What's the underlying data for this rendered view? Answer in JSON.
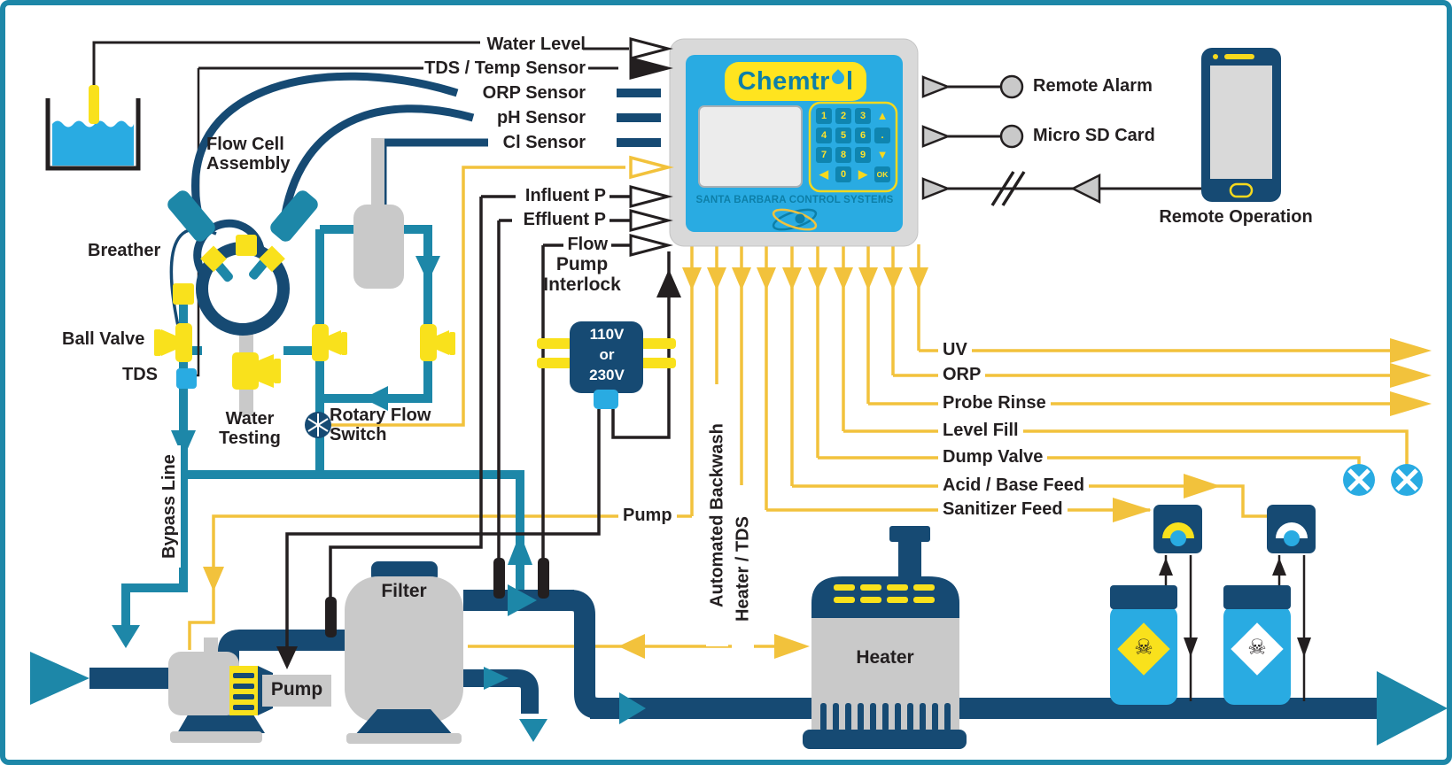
{
  "colors": {
    "navy": "#164a73",
    "teal": "#1d87a8",
    "line_yellow": "#f2c23c",
    "valve_yellow": "#f9e11c",
    "bright_blue": "#29abe2",
    "gray": "#c9c9c9",
    "black": "#231f20",
    "brand_teal": "#0d7fa8",
    "logo_yellow": "#ffe41f"
  },
  "inputs": {
    "water_level": "Water Level",
    "tds_temp": "TDS / Temp Sensor",
    "orp": "ORP Sensor",
    "ph": "pH Sensor",
    "cl": "Cl Sensor",
    "influent": "Influent P",
    "effluent": "Effluent P",
    "flow": "Flow"
  },
  "left_labels": {
    "flow_cell_1": "Flow Cell",
    "flow_cell_2": "Assembly",
    "breather": "Breather",
    "ball_valve": "Ball Valve",
    "tds": "TDS",
    "water_testing_1": "Water",
    "water_testing_2": "Testing",
    "rotary_1": "Rotary Flow",
    "rotary_2": "Switch",
    "bypass": "Bypass Line"
  },
  "interlock": {
    "title_1": "Pump",
    "title_2": "Interlock",
    "v1": "110V",
    "v2": "or",
    "v3": "230V"
  },
  "outputs": {
    "pump": "Pump",
    "backwash": "Automated Backwash",
    "heater_tds": "Heater / TDS",
    "uv": "UV",
    "orp": "ORP",
    "probe_rinse": "Probe Rinse",
    "level_fill": "Level Fill",
    "dump_valve": "Dump Valve",
    "acid_base": "Acid / Base Feed",
    "sanitizer": "Sanitizer Feed"
  },
  "remote": {
    "alarm": "Remote Alarm",
    "sd_card": "Micro SD Card",
    "operation": "Remote Operation"
  },
  "equipment": {
    "filter": "Filter",
    "pump": "Pump",
    "heater": "Heater"
  },
  "controller": {
    "brand_left": "Chemtr",
    "brand_right": "l",
    "subtitle": "SANTA BARBARA CONTROL SYSTEMS",
    "keys": [
      "1",
      "2",
      "3",
      "▲",
      "4",
      "5",
      "6",
      ".",
      "7",
      "8",
      "9",
      "▼",
      "◀",
      "0",
      "▶",
      "OK"
    ]
  },
  "hazard": {
    "skull": "☠"
  }
}
